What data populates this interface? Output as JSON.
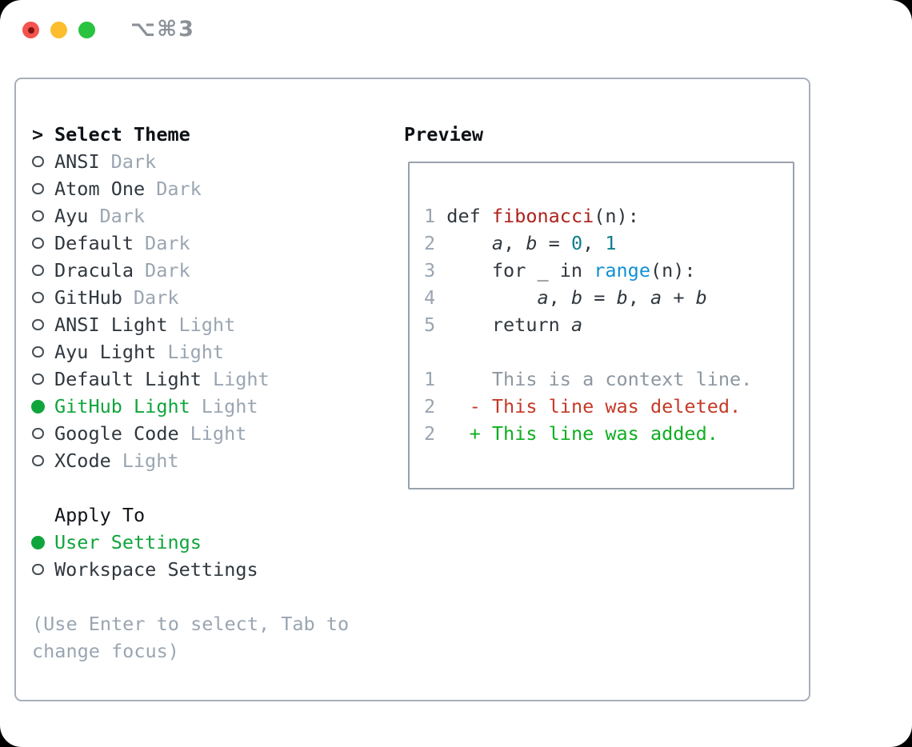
{
  "window": {
    "title": "⌥⌘3"
  },
  "theme_picker": {
    "header": {
      "prompt": ">",
      "label": "Select Theme"
    },
    "themes": [
      {
        "name": "ANSI",
        "variant": "Dark",
        "selected": false
      },
      {
        "name": "Atom One",
        "variant": "Dark",
        "selected": false
      },
      {
        "name": "Ayu",
        "variant": "Dark",
        "selected": false
      },
      {
        "name": "Default",
        "variant": "Dark",
        "selected": false
      },
      {
        "name": "Dracula",
        "variant": "Dark",
        "selected": false
      },
      {
        "name": "GitHub",
        "variant": "Dark",
        "selected": false
      },
      {
        "name": "ANSI Light",
        "variant": "Light",
        "selected": false
      },
      {
        "name": "Ayu Light",
        "variant": "Light",
        "selected": false
      },
      {
        "name": "Default Light",
        "variant": "Light",
        "selected": false
      },
      {
        "name": "GitHub Light",
        "variant": "Light",
        "selected": true
      },
      {
        "name": "Google Code",
        "variant": "Light",
        "selected": false
      },
      {
        "name": "XCode",
        "variant": "Light",
        "selected": false
      }
    ],
    "apply_to": {
      "label": "Apply To",
      "options": [
        {
          "name": "User Settings",
          "selected": true
        },
        {
          "name": "Workspace Settings",
          "selected": false
        }
      ]
    },
    "hint": "(Use Enter to select, Tab to change focus)"
  },
  "preview": {
    "title": "Preview",
    "lines": [
      {
        "num": "1",
        "spans": [
          {
            "style": "plain",
            "text": " def "
          },
          {
            "style": "func",
            "text": "fibonacci"
          },
          {
            "style": "plain",
            "text": "(n):"
          }
        ]
      },
      {
        "num": "2",
        "spans": [
          {
            "style": "plain",
            "text": "     "
          },
          {
            "style": "var",
            "text": "a"
          },
          {
            "style": "plain",
            "text": ", "
          },
          {
            "style": "var",
            "text": "b"
          },
          {
            "style": "plain",
            "text": " = "
          },
          {
            "style": "num",
            "text": "0"
          },
          {
            "style": "plain",
            "text": ", "
          },
          {
            "style": "num",
            "text": "1"
          }
        ]
      },
      {
        "num": "3",
        "spans": [
          {
            "style": "plain",
            "text": "     for _ in "
          },
          {
            "style": "builtin",
            "text": "range"
          },
          {
            "style": "plain",
            "text": "(n):"
          }
        ]
      },
      {
        "num": "4",
        "spans": [
          {
            "style": "plain",
            "text": "         "
          },
          {
            "style": "var",
            "text": "a"
          },
          {
            "style": "plain",
            "text": ", "
          },
          {
            "style": "var",
            "text": "b"
          },
          {
            "style": "plain",
            "text": " = "
          },
          {
            "style": "var",
            "text": "b"
          },
          {
            "style": "plain",
            "text": ", "
          },
          {
            "style": "var",
            "text": "a"
          },
          {
            "style": "plain",
            "text": " + "
          },
          {
            "style": "var",
            "text": "b"
          }
        ]
      },
      {
        "num": "5",
        "spans": [
          {
            "style": "plain",
            "text": "     return "
          },
          {
            "style": "var",
            "text": "a"
          }
        ]
      },
      {
        "num": "",
        "spans": []
      },
      {
        "num": "1",
        "spans": [
          {
            "style": "ctx",
            "text": "     This is a context line."
          }
        ]
      },
      {
        "num": "2",
        "spans": [
          {
            "style": "plain",
            "text": "   "
          },
          {
            "style": "del",
            "text": "- This line was deleted."
          }
        ]
      },
      {
        "num": "2",
        "spans": [
          {
            "style": "plain",
            "text": "   "
          },
          {
            "style": "add",
            "text": "+ This line was added."
          }
        ]
      }
    ]
  },
  "colors": {
    "accent_green": "#10a53c",
    "added_green": "#0fae20",
    "deleted_red": "#c43a27",
    "function_red": "#ae211c",
    "builtin_blue": "#1191d3",
    "numeric_teal": "#0e7f8b",
    "muted_gray": "#9aa5b1",
    "text_dark": "#30373e",
    "panel_border_gray": "#a7afb9",
    "traffic_red": "#f4544d",
    "traffic_yellow": "#fcbd2e",
    "traffic_green": "#29c33f"
  }
}
